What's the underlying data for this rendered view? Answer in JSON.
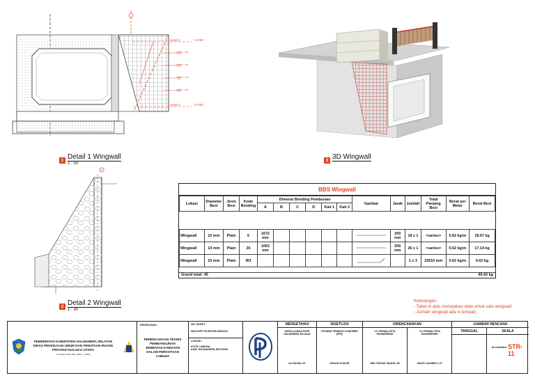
{
  "details": {
    "d1": {
      "num": "1",
      "title": "Detail 1 Wingwall",
      "scale": "1 : 50"
    },
    "d2": {
      "num": "2",
      "title": "Detail 2 Wingwall",
      "scale": "1 : 30"
    },
    "d3": {
      "num": "3",
      "title": "3D Wingwall"
    }
  },
  "drawing1": {
    "levels": [
      {
        "name": "Level 2",
        "value": "+2.450"
      },
      {
        "name": "Level 1",
        "value": "+0.000"
      }
    ],
    "tags": [
      "1a",
      "2a",
      "3a",
      "4a"
    ],
    "tag_texts": [
      "Ø10 - 200",
      "Ø10 - 200",
      "Ø10 - 200",
      "Ø10 - 200"
    ]
  },
  "drawing2": {
    "section_marker": "A"
  },
  "bbs": {
    "title": "BBS Wingwall",
    "headers": {
      "lokasi": "Lokasi",
      "diameter": "Diameter Besi",
      "jenis": "Jenis Besi",
      "kode": "Kode Bending",
      "dimensi": "Dimensi Bending Pembesian",
      "dims": [
        "A",
        "B",
        "C",
        "D",
        "Kait 1",
        "Kait 2"
      ],
      "gambar": "Gambar",
      "jarak": "Jarak",
      "jumlah": "Jumlah",
      "total": "Total Panjang Besi",
      "berat_per": "Berat per Meter",
      "berat": "Berat Besi"
    },
    "rows": [
      {
        "lokasi": "Wingwall",
        "diameter": "10 mm",
        "jenis": "Plain",
        "kode": "6",
        "a": "1672 mm",
        "jarak": "200 mm",
        "jumlah": "18 x 1",
        "total": "<varies>",
        "berat_per": "0.62 kg/m",
        "berat": "18.67 kg"
      },
      {
        "lokasi": "Wingwall",
        "diameter": "10 mm",
        "jenis": "Plain",
        "kode": "26",
        "a": "1063 mm",
        "jarak": "200 mm",
        "jumlah": "26 x 1",
        "total": "<varies>",
        "berat_per": "0.62 kg/m",
        "berat": "17.14 kg"
      },
      {
        "lokasi": "Wingwall",
        "diameter": "10 mm",
        "jenis": "Plain",
        "kode": "W3",
        "a": "",
        "jarak": "",
        "jumlah": "1 x 3",
        "total": "15510 mm",
        "berat_per": "0.62 kg/m",
        "berat": "9.62 kg"
      }
    ],
    "grand_total_label": "Grand total: 45",
    "grand_total_value": "45.42 kg"
  },
  "keterangan": {
    "title": "Keterangan :",
    "lines": [
      "- Tabel di atas merupakan data untuk satu wingwall",
      "- Jumlah wingwall ada 4 (empat)"
    ]
  },
  "titleblock": {
    "owner_lines": [
      "PEMERINTAH KABUPATEN HALMAHERA SELATAN",
      "DINAS PEKERJAAN UMUM DAN PENATAAN RUANG",
      "PROVINSI MALUKU UTARA"
    ],
    "owner_address": "Jl. Nusant Puith Telp. (0927) - 21084",
    "pekerjaan_label": "PEKERJAAN :",
    "pekerjaan_lines": [
      "PERENCANAAN TEKNIS",
      "PEMBANGUNAN",
      "JEMBATAN KAWASAN",
      "DALAM PERKOTAAN",
      "LABUHA"
    ],
    "nopaket_label": "NO. PAKET :",
    "nopaket_value": "600/07/SPP-TPL/DPUPR-HS/IX/2021",
    "lokasi_label": "LOKASI :",
    "lokasi_lines": [
      "KOTA LABUHA",
      "KAB. HALMAHERA SELATAN"
    ],
    "mengetahui_label": "MENGETAHUI",
    "mengetahui_role": [
      "KEPALA DINAS PUPR",
      "HALMAHERA SELATAN"
    ],
    "mengetahui_name": "ALI HASAN, ST",
    "disetujui_label": "DISETUJUI",
    "disetujui_role": [
      "PEJABAT PEMBUAT KOMITMEN",
      "(PPK)"
    ],
    "disetujui_name": "KHALID SYUKUR",
    "direncanakan_label": "DIRENCANAKAN",
    "dir1_role": [
      "CV. PRISMA CIPTA",
      "ENGINEERING"
    ],
    "dir1_name": "ABD. RIZZAM TAHAJIL SH",
    "dir2_role": [
      "CV. PRISMA CIPTA",
      "ENGINEERING"
    ],
    "dir2_name": "MAJID LAHABIPLI, ST",
    "gambar_label": "GAMBAR RENCANA",
    "tanggal_label": "TANGGAL",
    "skala_label": "SKALA",
    "skala_value": "As indicated",
    "sheet_code": "STR-11"
  }
}
